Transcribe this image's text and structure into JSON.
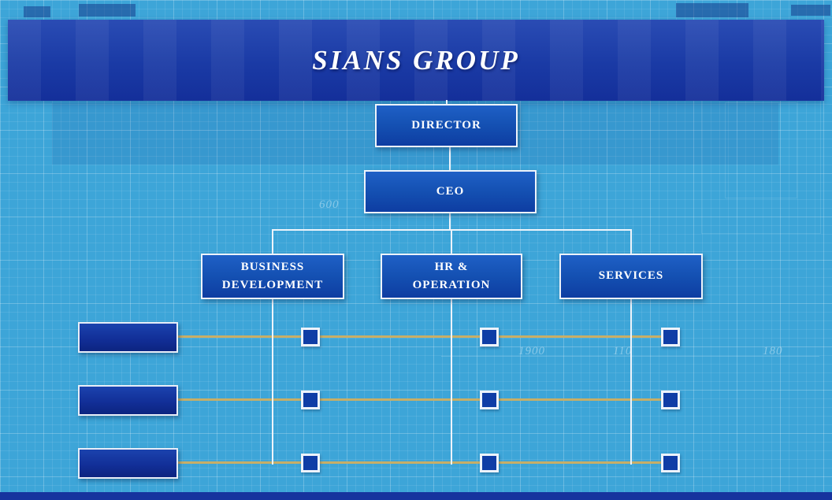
{
  "title": "SIANS GROUP",
  "org": {
    "director": "DIRECTOR",
    "ceo": "CEO",
    "departments": [
      {
        "label": "BUSINESS\nDEVELOPMENT"
      },
      {
        "label": "HR &\nOPERATION"
      },
      {
        "label": "SERVICES"
      }
    ],
    "leaf_rows_per_department": 3
  },
  "background_labels": [
    {
      "text": "600"
    },
    {
      "text": "1900"
    },
    {
      "text": "110"
    },
    {
      "text": "180"
    }
  ],
  "colors": {
    "background": "#3da5d8",
    "banner": "#1a3aa5",
    "node_fill": "#1450b2",
    "node_border": "#edf3fb",
    "connector": "#eef4fb",
    "row_line": "#c7ae67",
    "leaf_fill": "#122f98"
  }
}
